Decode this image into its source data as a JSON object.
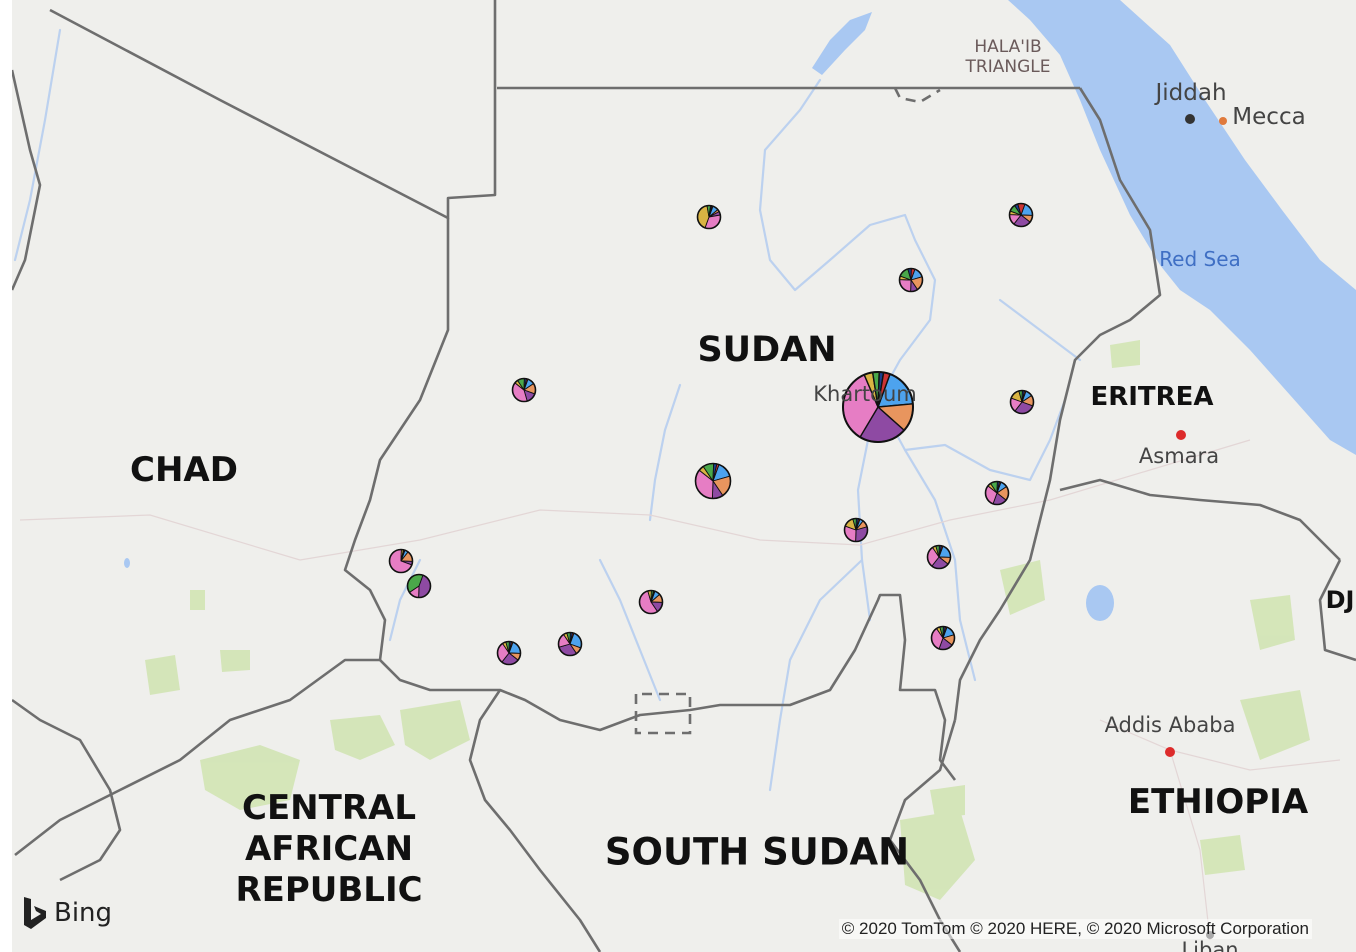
{
  "map": {
    "provider": "Bing",
    "copyright": "© 2020 TomTom © 2020 HERE, © 2020 Microsoft Corporation",
    "colors": {
      "land": "#efefec",
      "water": "#a9c8f2",
      "border": "#6e6e6e",
      "river": "#bcd1ef",
      "park": "#d2e4b4"
    },
    "labels": {
      "countries": {
        "sudan": "SUDAN",
        "chad": "CHAD",
        "eritrea": "ERITREA",
        "car_1": "CENTRAL",
        "car_2": "AFRICAN",
        "car_3": "REPUBLIC",
        "south_sudan": "SOUTH SUDAN",
        "ethiopia": "ETHIOPIA",
        "djibouti_partial": "DJ"
      },
      "cities": {
        "khartoum": "Khartoum",
        "jiddah": "Jiddah",
        "mecca": "Mecca",
        "asmara": "Asmara",
        "addis_ababa": "Addis Ababa",
        "libya_partial": "Liban"
      },
      "water": {
        "red_sea": "Red Sea"
      },
      "regions": {
        "halaib_1": "HALA'IB",
        "halaib_2": "TRIANGLE"
      }
    },
    "pie_colors": [
      "#4da3ee",
      "#e8955e",
      "#8e4aa3",
      "#e67dc4",
      "#d9b443",
      "#4aa84a",
      "#1a3f8f",
      "#cc3333"
    ],
    "markers": [
      {
        "id": "khartoum",
        "size": "large",
        "values": [
          18,
          13,
          22,
          35,
          4,
          3,
          2,
          3
        ]
      },
      {
        "id": "north-1",
        "size": "small",
        "values": [
          5,
          2,
          3,
          20,
          25,
          3,
          1,
          1
        ]
      },
      {
        "id": "north-east-1",
        "size": "small",
        "values": [
          20,
          10,
          25,
          15,
          5,
          10,
          5,
          10
        ]
      },
      {
        "id": "north-2",
        "size": "small",
        "values": [
          15,
          20,
          10,
          25,
          5,
          15,
          5,
          5
        ]
      },
      {
        "id": "west-1",
        "size": "small",
        "values": [
          10,
          15,
          15,
          40,
          5,
          10,
          3,
          2
        ]
      },
      {
        "id": "east-1",
        "size": "small",
        "values": [
          10,
          15,
          30,
          20,
          15,
          5,
          3,
          2
        ]
      },
      {
        "id": "central-1",
        "size": "medium",
        "values": [
          15,
          20,
          10,
          35,
          5,
          10,
          3,
          2
        ]
      },
      {
        "id": "east-2",
        "size": "small",
        "values": [
          10,
          20,
          20,
          30,
          5,
          10,
          3,
          2
        ]
      },
      {
        "id": "central-2",
        "size": "small",
        "values": [
          5,
          10,
          30,
          30,
          15,
          5,
          3,
          2
        ]
      },
      {
        "id": "east-3",
        "size": "small",
        "values": [
          20,
          10,
          25,
          30,
          5,
          5,
          3,
          2
        ]
      },
      {
        "id": "west-2",
        "size": "small",
        "values": [
          5,
          15,
          5,
          70,
          3,
          0,
          1,
          1
        ]
      },
      {
        "id": "west-3",
        "size": "small",
        "values": [
          0,
          0,
          45,
          15,
          0,
          40,
          0,
          0
        ]
      },
      {
        "id": "south-1",
        "size": "small",
        "values": [
          8,
          12,
          15,
          55,
          5,
          3,
          1,
          1
        ]
      },
      {
        "id": "south-2",
        "size": "small",
        "values": [
          20,
          10,
          25,
          30,
          5,
          5,
          3,
          2
        ]
      },
      {
        "id": "south-3",
        "size": "small",
        "values": [
          25,
          10,
          30,
          20,
          5,
          5,
          3,
          2
        ]
      },
      {
        "id": "south-east-1",
        "size": "small",
        "values": [
          15,
          15,
          20,
          35,
          5,
          5,
          3,
          2
        ]
      }
    ]
  }
}
